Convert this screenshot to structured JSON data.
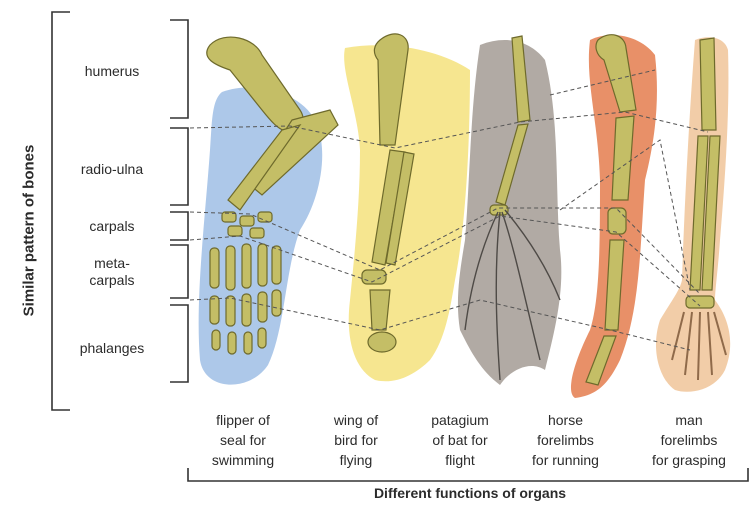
{
  "axis_label": "Similar pattern of bones",
  "bones": [
    {
      "id": "humerus",
      "label": "humerus"
    },
    {
      "id": "radio-ulna",
      "label": "radio-ulna"
    },
    {
      "id": "carpals",
      "label": "carpals"
    },
    {
      "id": "metacarpals",
      "line1": "meta-",
      "line2": "carpals"
    },
    {
      "id": "phalanges",
      "label": "phalanges"
    }
  ],
  "limbs": [
    {
      "id": "seal",
      "line1": "flipper of",
      "line2": "seal for",
      "line3": "swimming",
      "color": "#a9c5e8"
    },
    {
      "id": "bird",
      "line1": "wing of",
      "line2": "bird for",
      "line3": "flying",
      "color": "#f6e58a"
    },
    {
      "id": "bat",
      "line1": "patagium",
      "line2": "of bat for",
      "line3": "flight",
      "color": "#a9a19a"
    },
    {
      "id": "horse",
      "line1": "horse",
      "line2": "forelimbs",
      "line3": "for running",
      "color": "#e6875b"
    },
    {
      "id": "man",
      "line1": "man",
      "line2": "forelimbs",
      "line3": "for grasping",
      "color": "#f1c9a1"
    }
  ],
  "bottom_title": "Different functions of organs",
  "colors": {
    "bone": "#c4be66",
    "bone_stroke": "#6e6a2c",
    "bracket": "#333333"
  }
}
